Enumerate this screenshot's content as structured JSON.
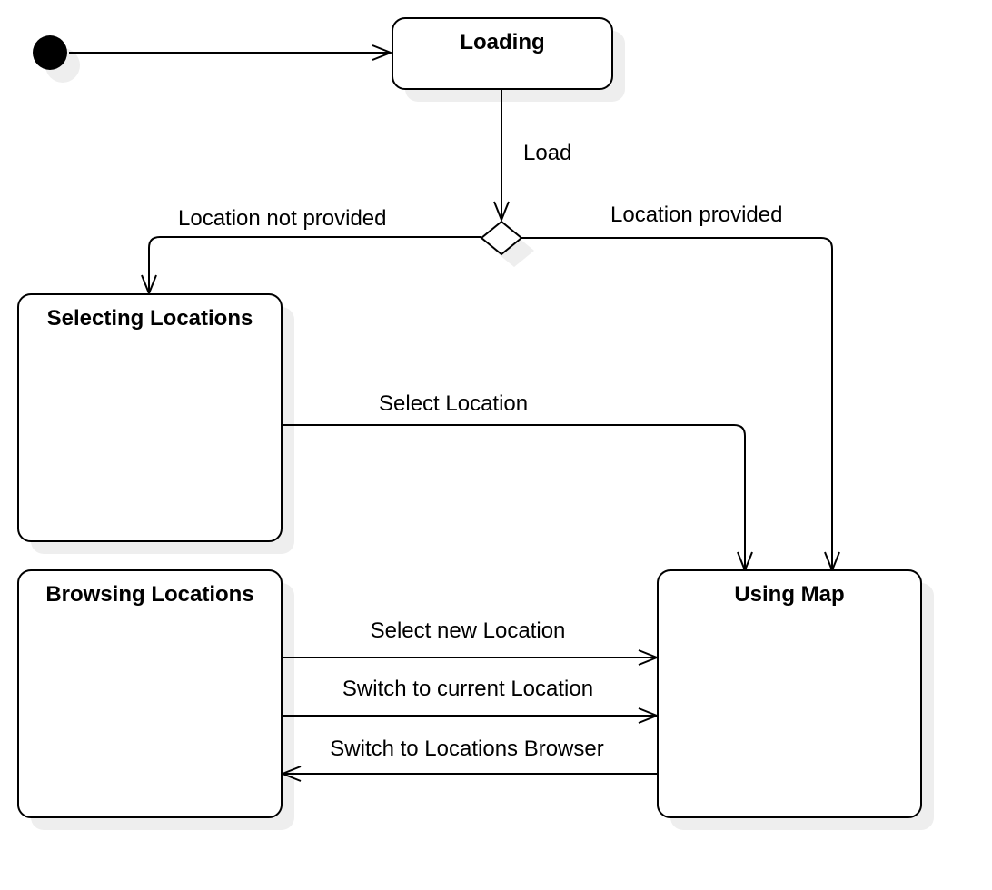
{
  "diagram": {
    "states": {
      "loading": "Loading",
      "selecting": "Selecting Locations",
      "browsing": "Browsing Locations",
      "using_map": "Using Map"
    },
    "transitions": {
      "load": "Load",
      "location_not_provided": "Location not provided",
      "location_provided": "Location provided",
      "select_location": "Select Location",
      "select_new_location": "Select new Location",
      "switch_current": "Switch to current Location",
      "switch_browser": "Switch to Locations Browser"
    }
  }
}
